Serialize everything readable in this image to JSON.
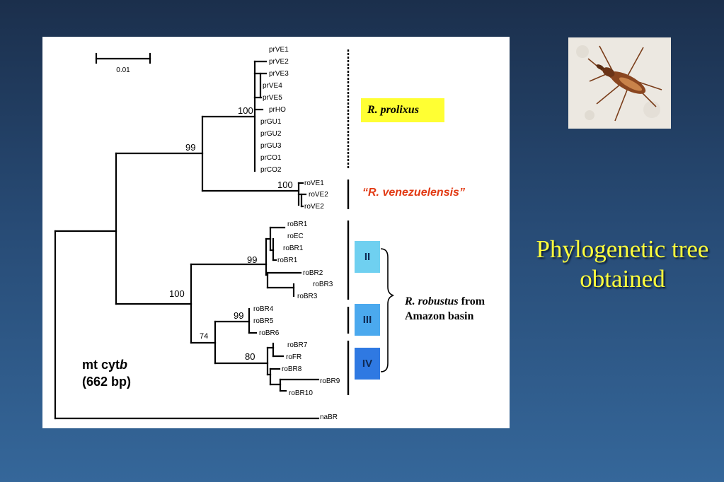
{
  "title": "Phylogenetic tree obtained",
  "tree": {
    "scale_bar_label": "0.01",
    "marker": {
      "gene_prefix": "mt cyt",
      "gene_suffix": "b",
      "length": "(662 bp)"
    },
    "outgroup": "naBR",
    "leaves": {
      "prolixus": [
        "prVE1",
        "prVE2",
        "prVE3",
        "prVE4",
        "prVE5",
        "prHO",
        "prGU1",
        "prGU2",
        "prGU3",
        "prCO1",
        "prCO2"
      ],
      "venezuelensis": [
        "roVE1",
        "roVE2",
        "roVE2"
      ],
      "robustus_ii": [
        "roBR1",
        "roEC",
        "roBR1",
        "roBR1",
        "roBR2",
        "roBR3",
        "roBR3"
      ],
      "robustus_iii": [
        "roBR4",
        "roBR5",
        "roBR6"
      ],
      "robustus_iv": [
        "roBR7",
        "roFR",
        "roBR8",
        "roBR9",
        "roBR10"
      ]
    },
    "bootstrap": {
      "root_ingroup": "99",
      "prolixus": "100",
      "venezuelensis": "100",
      "robustus_all": "100",
      "robustus_ii": "99",
      "robustus_iii": "99",
      "robustus_iii_iv": "74",
      "robustus_iv": "80"
    }
  },
  "clades": {
    "prolixus": "R. prolixus",
    "venezuelensis": "“R. venezuelensis”",
    "robustus_species": "R. robustus",
    "robustus_rest_1": " from",
    "robustus_rest_2": "Amazon basin",
    "group_ii": "II",
    "group_iii": "III",
    "group_iv": "IV"
  },
  "colors": {
    "prolixus_highlight": "#ffff33",
    "venezuelensis_text": "#e23a14",
    "group_ii": "#6fd0f0",
    "group_iii": "#4ba9ee",
    "group_iv": "#2f79e2",
    "title_text": "#ffff3c"
  }
}
